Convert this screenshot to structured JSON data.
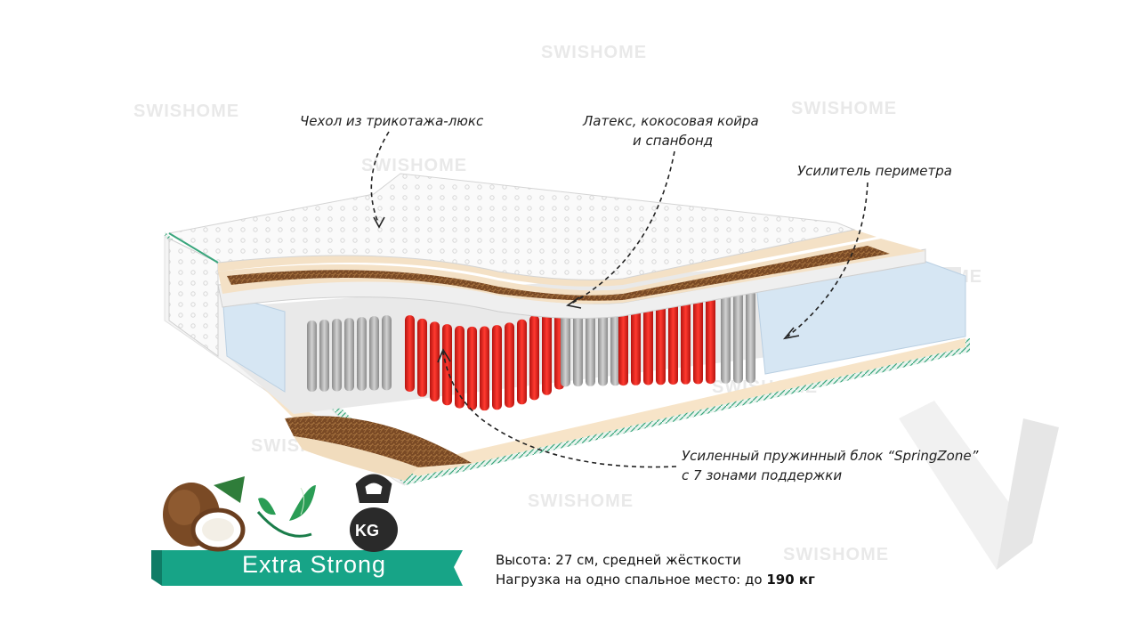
{
  "watermark": {
    "brand": "SWISHOME"
  },
  "callouts": {
    "cover": "Чехол из трикотажа-люкс",
    "latex_line1": "Латекс, кокосовая койра",
    "latex_line2": "и спанбонд",
    "perimeter": "Усилитель периметра",
    "spring_line1": "Усиленный пружинный блок “SpringZone”",
    "spring_line2": "с 7 зонами поддержки"
  },
  "badge": {
    "product_name": "Extra Strong",
    "weight_icon_text": "KG"
  },
  "specs": {
    "line1": "Высота: 27 см, средней жёсткости",
    "line2_prefix": "Нагрузка на одно спальное место: до ",
    "line2_value": "190 кг"
  },
  "icons": [
    "coconut-icon",
    "leaf-icon",
    "kettlebell-icon"
  ],
  "colors": {
    "ribbon": "#17a487",
    "spring_red": "#e8211c",
    "spring_gray": "#a9a9a9",
    "coir": "#7a4a25",
    "foam": "#d6e6f3",
    "latex": "#f4e1c6",
    "edge_trim": "#3aa67d"
  }
}
